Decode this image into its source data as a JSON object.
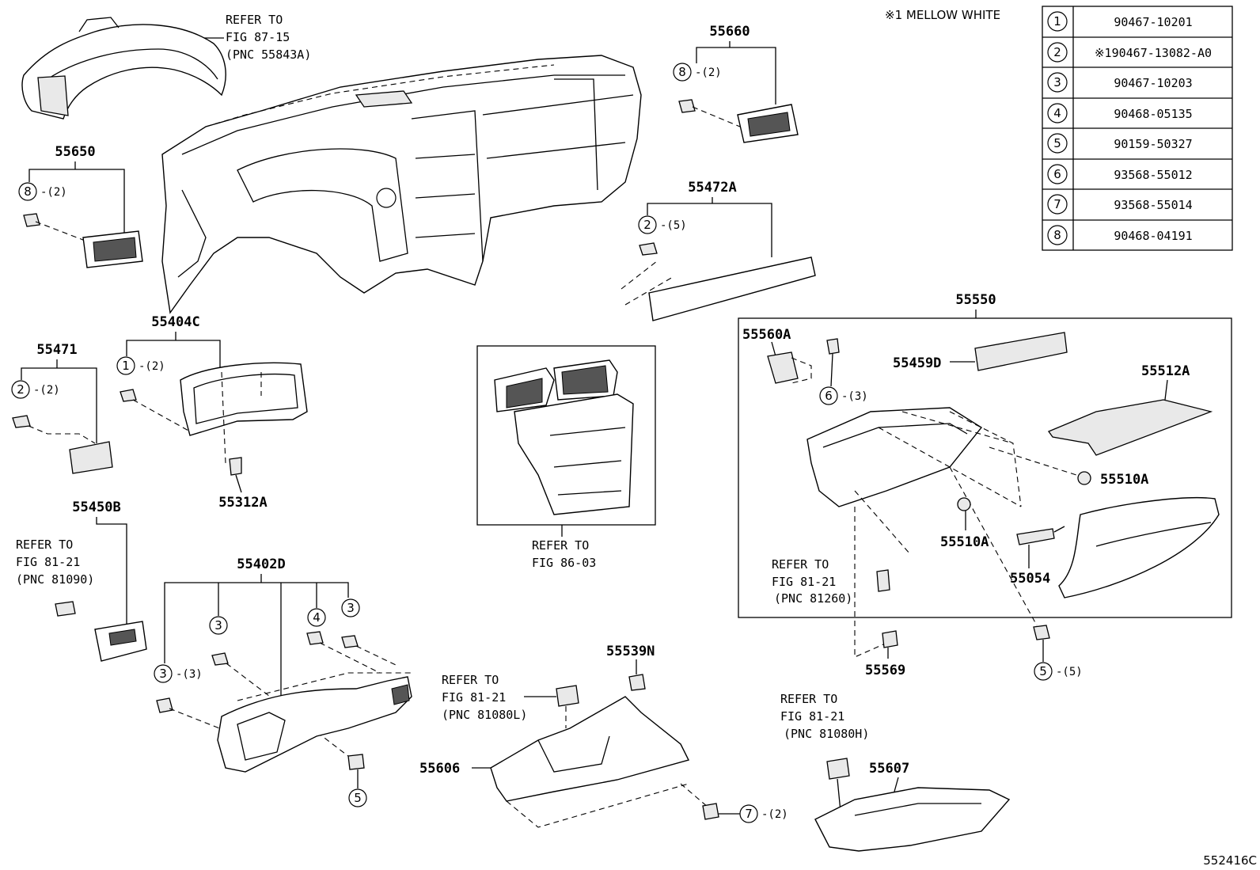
{
  "note": "※1 MELLOW WHITE",
  "figure_id": "552416C",
  "parts_table": [
    {
      "no": "1",
      "part": "90467-10201"
    },
    {
      "no": "2",
      "part": "※190467-13082-A0"
    },
    {
      "no": "3",
      "part": "90467-10203"
    },
    {
      "no": "4",
      "part": "90468-05135"
    },
    {
      "no": "5",
      "part": "90159-50327"
    },
    {
      "no": "6",
      "part": "93568-55012"
    },
    {
      "no": "7",
      "part": "93568-55014"
    },
    {
      "no": "8",
      "part": "90468-04191"
    }
  ],
  "labels": {
    "p55660": "55660",
    "p55650": "55650",
    "p55472A": "55472A",
    "p55550": "55550",
    "p55560A": "55560A",
    "p55459D": "55459D",
    "p55512A": "55512A",
    "p55510A_1": "55510A",
    "p55510A_2": "55510A",
    "p55054": "55054",
    "p55569": "55569",
    "p55404C": "55404C",
    "p55471": "55471",
    "p55312A": "55312A",
    "p55450B": "55450B",
    "p55402D": "55402D",
    "p55539N": "55539N",
    "p55606": "55606",
    "p55607": "55607"
  },
  "refs": {
    "r1": {
      "l1": "REFER TO",
      "l2": "FIG 87-15",
      "l3": "(PNC 55843A)"
    },
    "r2": {
      "l1": "REFER TO",
      "l2": "FIG 86-03"
    },
    "r3": {
      "l1": "REFER TO",
      "l2": "FIG 81-21",
      "l3": "(PNC 81090)"
    },
    "r4": {
      "l1": "REFER TO",
      "l2": "FIG 81-21",
      "l3": "(PNC 81260)"
    },
    "r5": {
      "l1": "REFER TO",
      "l2": "FIG 81-21",
      "l3": "(PNC 81080L)"
    },
    "r6": {
      "l1": "REFER TO",
      "l2": "FIG 81-21",
      "l3": "(PNC 81080H)"
    }
  },
  "callouts": {
    "c8a": {
      "num": "8",
      "qty": "-(2)"
    },
    "c8b": {
      "num": "8",
      "qty": "-(2)"
    },
    "c2a": {
      "num": "2",
      "qty": "-(5)"
    },
    "c1a": {
      "num": "1",
      "qty": "-(2)"
    },
    "c2b": {
      "num": "2",
      "qty": "-(2)"
    },
    "c6a": {
      "num": "6",
      "qty": "-(3)"
    },
    "c5a": {
      "num": "5",
      "qty": "-(5)"
    },
    "c3a": {
      "num": "3",
      "qty": "-(3)"
    },
    "c3b": {
      "num": "3"
    },
    "c4a": {
      "num": "4"
    },
    "c3c": {
      "num": "3"
    },
    "c5b": {
      "num": "5"
    },
    "c7a": {
      "num": "7",
      "qty": "-(2)"
    }
  }
}
